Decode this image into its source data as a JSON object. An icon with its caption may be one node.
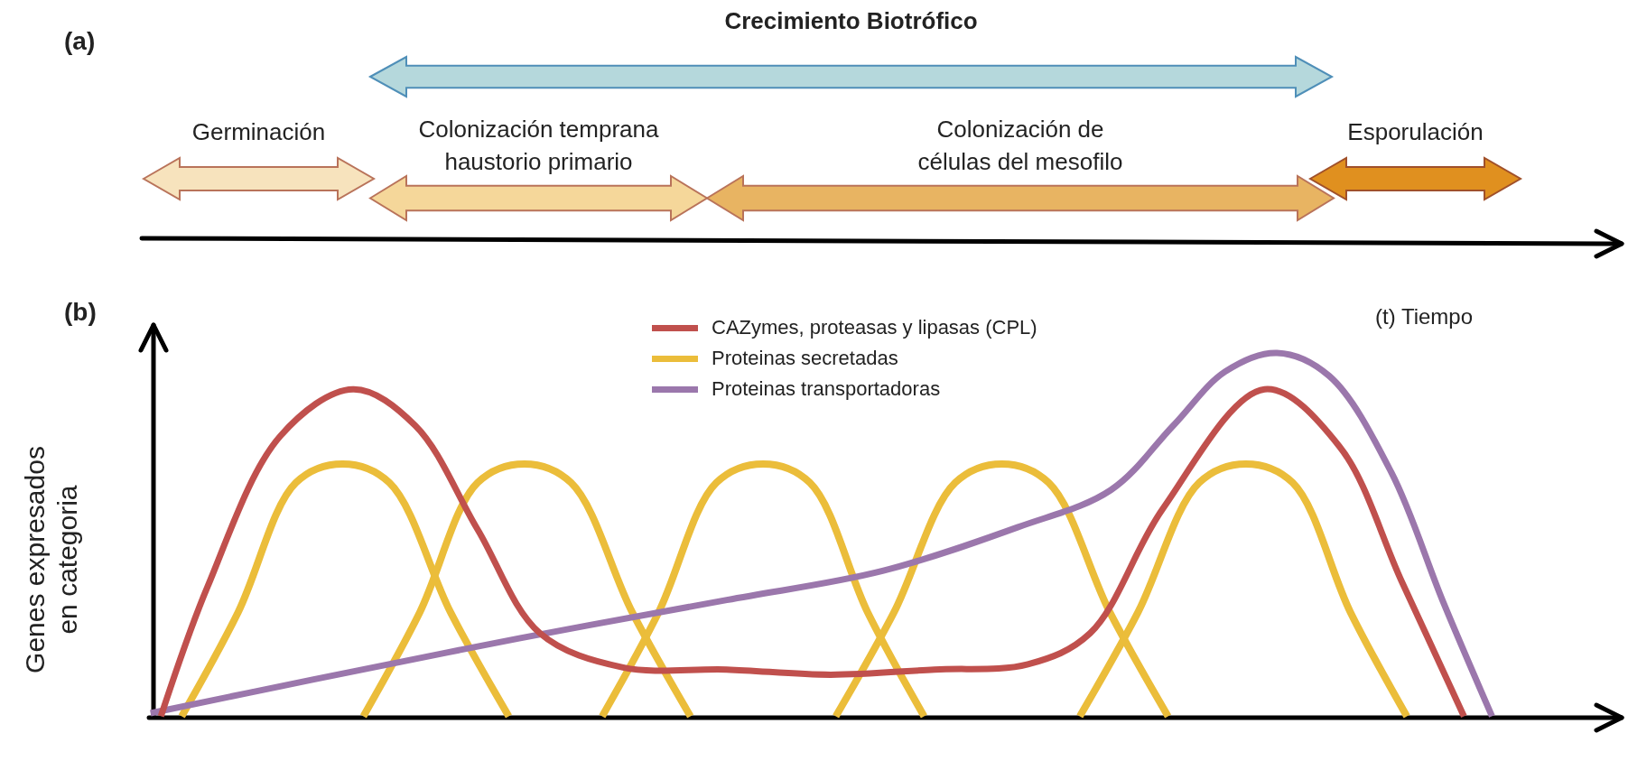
{
  "diagram": {
    "nodes": [
      {
        "text": [
          "Crecimiento Biotrófico"
        ]
      },
      {
        "text": [
          "Germinación"
        ]
      },
      {
        "text": [
          "Colonización temprana haustorio primario"
        ]
      },
      {
        "text": [
          "Colonización de células del mesofilo"
        ]
      },
      {
        "text": [
          "Esporulación"
        ]
      }
    ],
    "labels": [
      "(a)",
      "(t) Tiempo",
      "(b)",
      "Genes expresados en categoria"
    ],
    "legend": [
      {
        "text": "CAZymes, proteasas y lipasas (CPL)",
        "color": "#c0504d"
      },
      {
        "text": "Proteinas secretadas",
        "color": "#ebbd3a"
      },
      {
        "text": "Proteinas transportadoras",
        "color": "#9b77ac"
      }
    ]
  }
}
